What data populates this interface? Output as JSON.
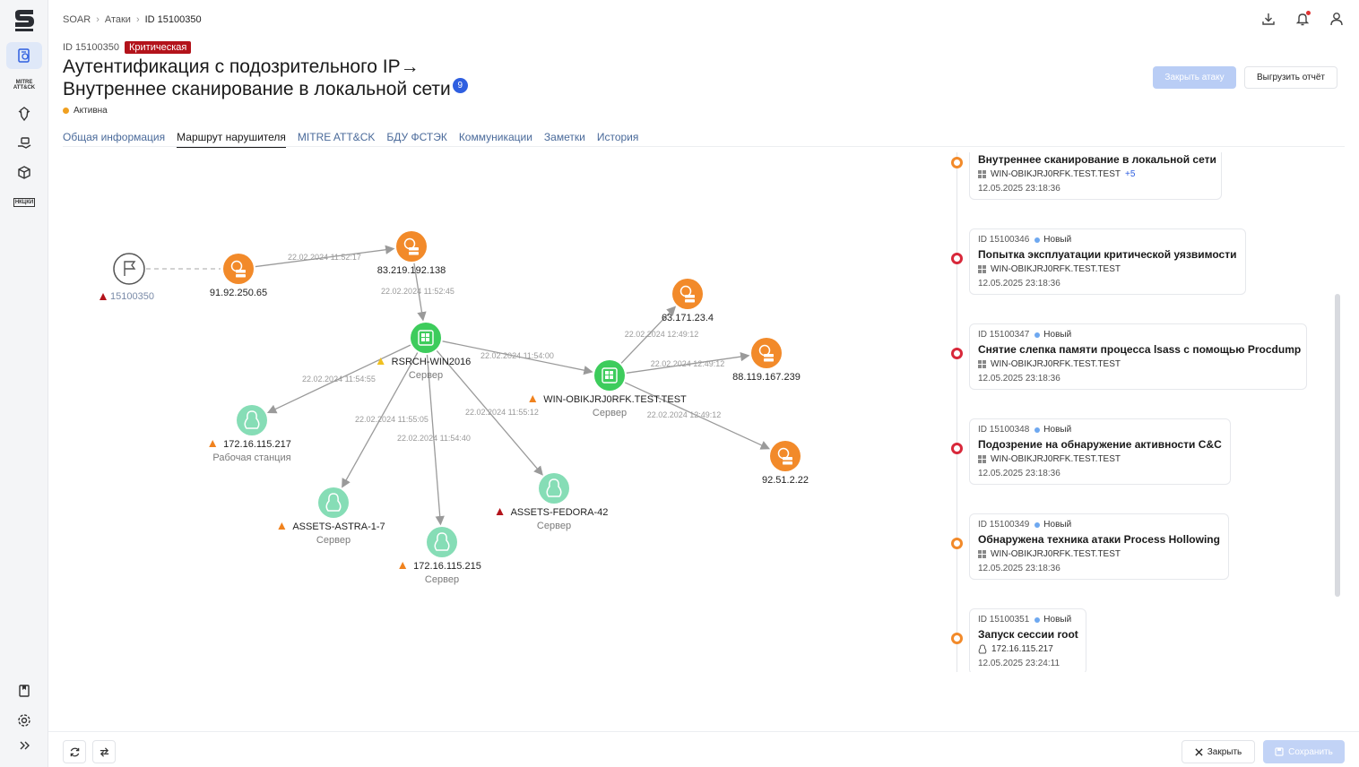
{
  "breadcrumb": [
    "SOAR",
    "Атаки",
    "ID 15100350"
  ],
  "attack": {
    "id_label": "ID 15100350",
    "severity": "Критическая",
    "title_line1": "Аутентификация с подозрительного IP→",
    "title_line2": "Внутреннее сканирование в локальной сети",
    "count": "9",
    "status": "Активна"
  },
  "actions": {
    "close_attack": "Закрыть атаку",
    "export_report": "Выгрузить отчёт"
  },
  "tabs": [
    "Общая информация",
    "Маршрут нарушителя",
    "MITRE ATT&CK",
    "БДУ ФСТЭК",
    "Коммуникации",
    "Заметки",
    "История"
  ],
  "active_tab": "Маршрут нарушителя",
  "rail": {
    "mitre": [
      "MITRE",
      "ATT&CK"
    ],
    "nkcki": "НКЦКИ"
  },
  "graph": {
    "start": {
      "label": "15100350"
    },
    "nodes": [
      {
        "id": "n1",
        "label": "91.92.250.65",
        "type": "external"
      },
      {
        "id": "n2",
        "label": "83.219.192.138",
        "type": "external"
      },
      {
        "id": "n3",
        "label": "RSRCH-WIN2016",
        "sub": "Сервер",
        "type": "windows",
        "warn": "yellow"
      },
      {
        "id": "n4",
        "label": "WIN-OBIKJRJ0RFK.TEST.TEST",
        "sub": "Сервер",
        "type": "windows",
        "warn": "orange"
      },
      {
        "id": "n5",
        "label": "63.171.23.4",
        "type": "external"
      },
      {
        "id": "n6",
        "label": "88.119.167.239",
        "type": "external"
      },
      {
        "id": "n7",
        "label": "92.51.2.22",
        "type": "external"
      },
      {
        "id": "n8",
        "label": "172.16.115.217",
        "sub": "Рабочая станция",
        "type": "linux",
        "warn": "orange"
      },
      {
        "id": "n9",
        "label": "ASSETS-ASTRA-1-7",
        "sub": "Сервер",
        "type": "linux",
        "warn": "orange"
      },
      {
        "id": "n10",
        "label": "172.16.115.215",
        "sub": "Сервер",
        "type": "linux",
        "warn": "orange"
      },
      {
        "id": "n11",
        "label": "ASSETS-FEDORA-42",
        "sub": "Сервер",
        "type": "linux",
        "warn": "red"
      }
    ],
    "edges": [
      {
        "from": "start",
        "to": "n1",
        "label": "",
        "dashed": true
      },
      {
        "from": "n1",
        "to": "n2",
        "label": "22.02.2024 11:52:17"
      },
      {
        "from": "n2",
        "to": "n3",
        "label": "22.02.2024 11:52:45"
      },
      {
        "from": "n3",
        "to": "n4",
        "label": "22.02.2024 11:54:00"
      },
      {
        "from": "n3",
        "to": "n8",
        "label": "22.02.2024 11:54:55"
      },
      {
        "from": "n3",
        "to": "n9",
        "label": "22.02.2024 11:55:05"
      },
      {
        "from": "n3",
        "to": "n10",
        "label": "22.02.2024 11:54:40"
      },
      {
        "from": "n3",
        "to": "n11",
        "label": "22.02.2024 11:55:12"
      },
      {
        "from": "n4",
        "to": "n5",
        "label": "22.02.2024 12:49:12"
      },
      {
        "from": "n4",
        "to": "n6",
        "label": "22.02.2024 12:49:12"
      },
      {
        "from": "n4",
        "to": "n7",
        "label": "22.02.2024 12:49:12"
      }
    ]
  },
  "timeline": [
    {
      "id": "",
      "status": "",
      "name": "Внутреннее сканирование в локальной сети",
      "host": "WIN-OBIKJRJ0RFK.TEST.TEST",
      "more": "+5",
      "date": "12.05.2025 23:18:36",
      "dot": "orange",
      "host_icon": "windows"
    },
    {
      "id": "ID 15100346",
      "status": "Новый",
      "name": "Попытка эксплуатации критической уязвимости",
      "host": "WIN-OBIKJRJ0RFK.TEST.TEST",
      "more": "",
      "date": "12.05.2025 23:18:36",
      "dot": "red",
      "host_icon": "windows"
    },
    {
      "id": "ID 15100347",
      "status": "Новый",
      "name": "Снятие слепка памяти процесса lsass с помощью Procdump",
      "host": "WIN-OBIKJRJ0RFK.TEST.TEST",
      "more": "",
      "date": "12.05.2025 23:18:36",
      "dot": "red",
      "host_icon": "windows"
    },
    {
      "id": "ID 15100348",
      "status": "Новый",
      "name": "Подозрение на обнаружение активности C&C",
      "host": "WIN-OBIKJRJ0RFK.TEST.TEST",
      "more": "",
      "date": "12.05.2025 23:18:36",
      "dot": "red",
      "host_icon": "windows"
    },
    {
      "id": "ID 15100349",
      "status": "Новый",
      "name": "Обнаружена техника атаки Process Hollowing",
      "host": "WIN-OBIKJRJ0RFK.TEST.TEST",
      "more": "",
      "date": "12.05.2025 23:18:36",
      "dot": "orange",
      "host_icon": "windows"
    },
    {
      "id": "ID 15100351",
      "status": "Новый",
      "name": "Запуск сессии root",
      "host": "172.16.115.217",
      "more": "",
      "date": "12.05.2025 23:24:11",
      "dot": "orange",
      "host_icon": "linux"
    }
  ],
  "footer": {
    "close": "Закрыть",
    "save": "Сохранить"
  },
  "colors": {
    "external": "#f28a2a",
    "windows": "#3dcc5c",
    "linux": "#86ddb6",
    "critical": "#b3131b",
    "accent": "#2f5fe0"
  }
}
